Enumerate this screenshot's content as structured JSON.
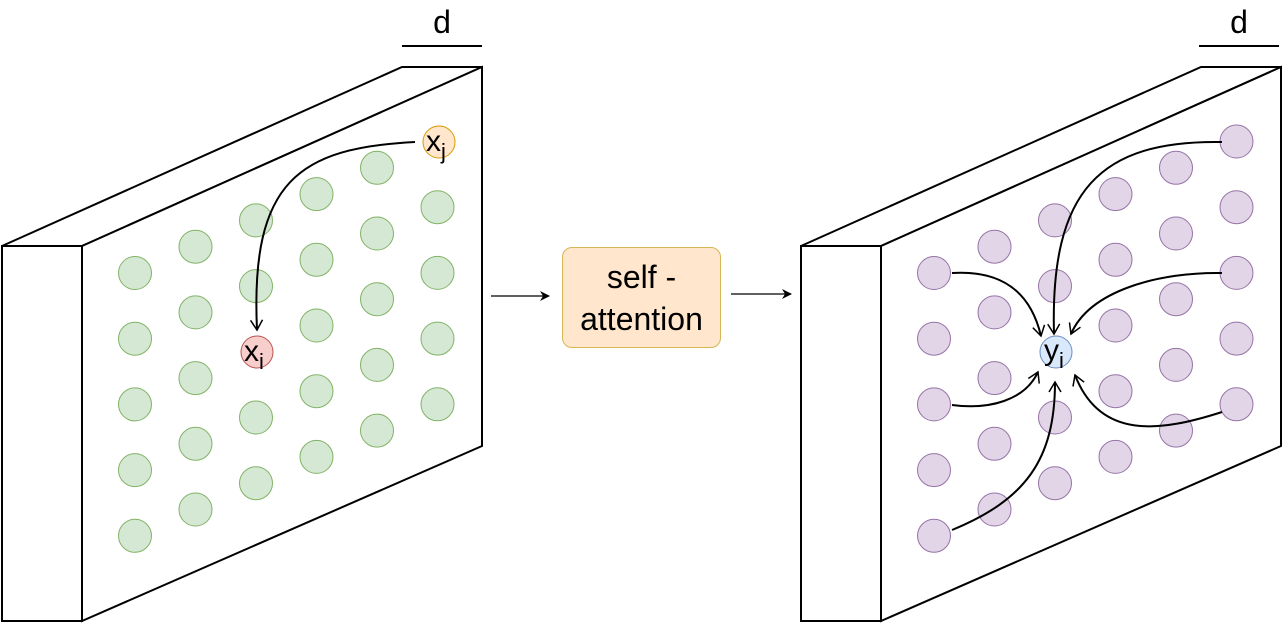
{
  "left_panel": {
    "dimension_label": "d",
    "query_token": {
      "base": "x",
      "subscript": "i"
    },
    "key_token": {
      "base": "x",
      "subscript": "j"
    }
  },
  "operation": {
    "line1": "self -",
    "line2": "attention"
  },
  "right_panel": {
    "dimension_label": "d",
    "output_token": {
      "base": "y",
      "subscript": "i"
    }
  },
  "colors": {
    "left_dots_fill": "#d5e8d4",
    "left_dots_stroke": "#82b366",
    "right_dots_fill": "#e1d5e7",
    "right_dots_stroke": "#9673a6",
    "query_fill": "#f8cecc",
    "query_stroke": "#b85450",
    "key_fill": "#ffe6cc",
    "key_stroke": "#d79b00",
    "output_fill": "#dae8fc",
    "output_stroke": "#6c8ebf",
    "box_fill": "#ffe6cc",
    "box_stroke": "#d6b656"
  }
}
